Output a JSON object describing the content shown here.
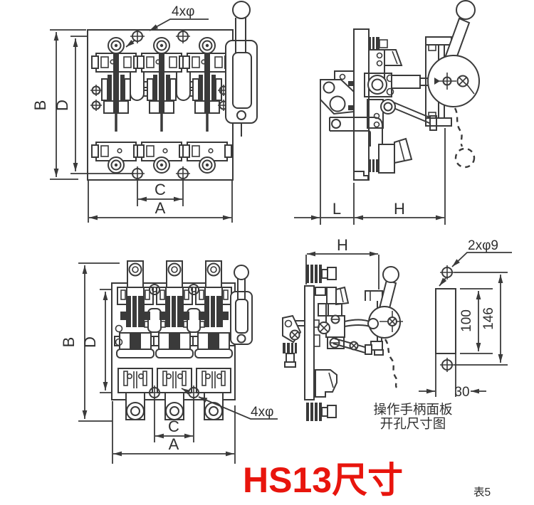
{
  "colors": {
    "line": "#3a3a3a",
    "title_red": "#e8150d"
  },
  "title": "HS13尺寸",
  "table_label": "表5",
  "front_view_top": {
    "dim_b": "B",
    "dim_d": "D",
    "dim_c": "C",
    "dim_a": "A",
    "holes_callout": "4xφ"
  },
  "side_view_top": {
    "dim_l": "L",
    "dim_h": "H"
  },
  "front_view_bottom": {
    "dim_b": "B",
    "dim_d": "D",
    "dim_c": "C",
    "dim_a": "A",
    "holes_callout": "4xφ"
  },
  "side_view_bottom": {
    "dim_h": "H"
  },
  "panel_cutout": {
    "holes_callout": "2xφ9",
    "slot_height": "100",
    "hole_spacing": "146",
    "slot_width": "30",
    "caption_line1": "操作手柄面板",
    "caption_line2": "开孔尺寸图"
  }
}
